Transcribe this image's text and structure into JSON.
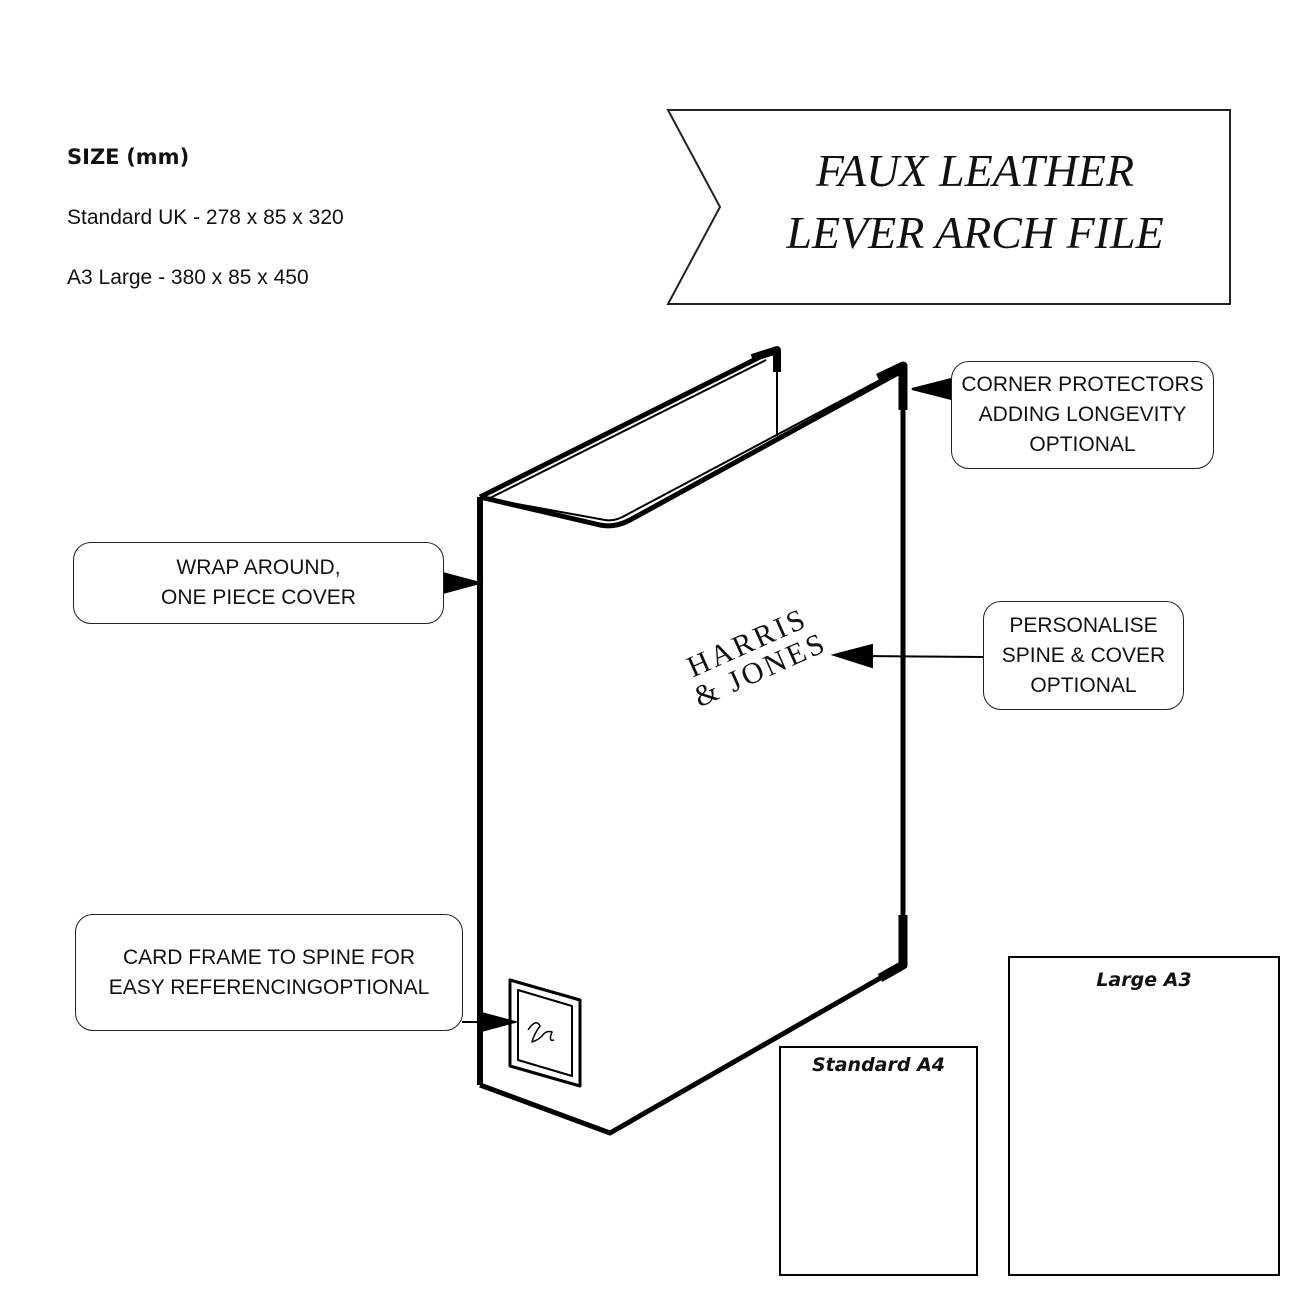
{
  "size_heading": {
    "bold": "SIZE",
    "unit": "(mm)"
  },
  "sizes": [
    "Standard UK - 278 x 85 x 320",
    "A3 Large - 380 x 85 x 450"
  ],
  "banner": {
    "line1": "FAUX LEATHER",
    "line2": "LEVER ARCH FILE"
  },
  "callouts": {
    "corner": [
      "CORNER PROTECTORS",
      "ADDING LONGEVITY",
      "OPTIONAL"
    ],
    "wrap": [
      "WRAP AROUND,",
      "ONE PIECE COVER"
    ],
    "personalise": [
      "PERSONALISE",
      "SPINE & COVER",
      "OPTIONAL"
    ],
    "card": [
      "CARD FRAME TO SPINE FOR",
      "EASY REFERENCINGOPTIONAL"
    ]
  },
  "brand": {
    "line1": "HARRIS",
    "line2": "& JONES"
  },
  "size_boxes": {
    "a4": "Standard A4",
    "a3": "Large A3"
  }
}
